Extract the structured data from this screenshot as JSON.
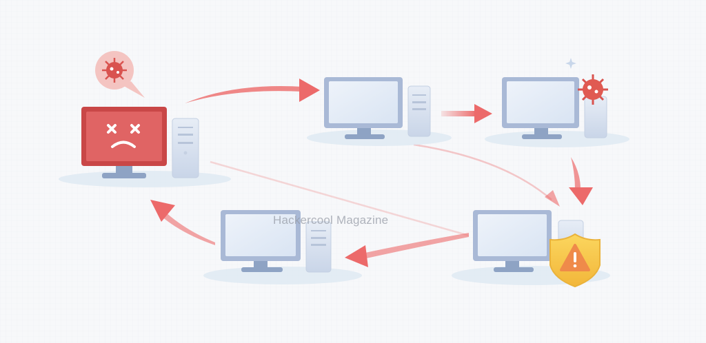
{
  "watermark": "Hackercool Magazine",
  "colors": {
    "background": "#f7f8fa",
    "infected_screen": "#d9534f",
    "monitor_frame": "#a9b9d6",
    "screen": "#e6eef8",
    "arrow": "#ec6a6a",
    "virus": "#d9534f",
    "shield": "#f6c544",
    "warning": "#ef8a4a"
  },
  "nodes": [
    {
      "id": "infected-computer",
      "state": "infected"
    },
    {
      "id": "computer-2",
      "state": "clean"
    },
    {
      "id": "computer-3",
      "state": "virus-arriving"
    },
    {
      "id": "computer-4",
      "state": "warning"
    },
    {
      "id": "computer-5",
      "state": "clean"
    }
  ]
}
